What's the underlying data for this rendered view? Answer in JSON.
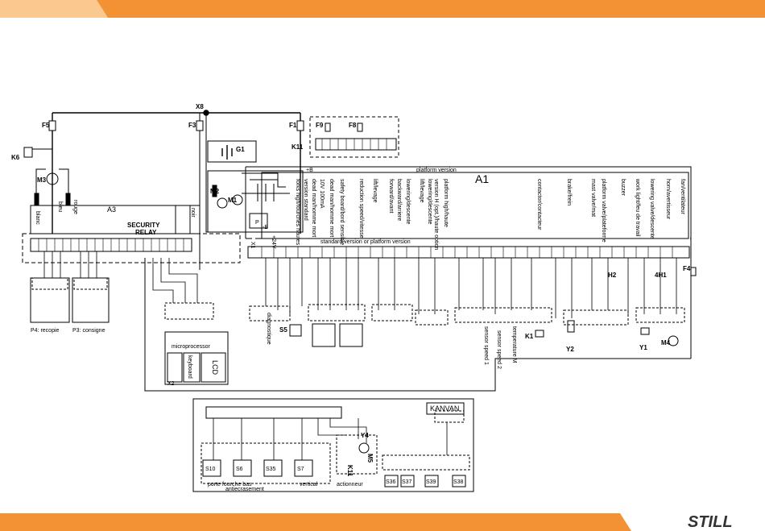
{
  "colors": {
    "accent": "#f39234",
    "accent_light": "#fbc890",
    "ink": "#000000",
    "panel": "#ffffff"
  },
  "schematic": {
    "refs": {
      "x8": "X8",
      "f5": "F5",
      "f3": "F3",
      "f1": "F1",
      "f9": "F9",
      "f8": "F8",
      "k6": "K6",
      "k11": "K11",
      "g1": "G1",
      "m3": "M3",
      "m2": "M2",
      "m1": "M1",
      "a1": "A1",
      "a3": "A3",
      "f4": "F4",
      "h2": "H2",
      "h1": "4H1",
      "m4": "M4",
      "k1": "K1",
      "y1": "Y1",
      "y2": "Y2",
      "s5": "S5"
    },
    "wire_labels": {
      "blanc": "blanc",
      "bleu": "bleu",
      "rouge": "rouge",
      "noir": "noir",
      "plus_b": "+B",
      "minus_b": "-B"
    },
    "security_relay": [
      "SECURITY",
      "RELAY"
    ],
    "p4": "P4: recopie",
    "p3": "P3: consigne",
    "p_box": "P",
    "platform_version": "platform version",
    "standard_version": "standard version or platform version",
    "microprocessor": "microprocessor",
    "keyboard": "keyboard",
    "lcd": "LCD",
    "x2": "X2",
    "x1": "X1",
    "plus_24v": "+24V",
    "diagnostique": "diagnostique",
    "vertical_labels": [
      "forks high/fourches hautes",
      "version standard",
      "dead man/homme mort",
      "10V 100mA",
      "dead man/homme mort",
      "safety board/bord sensible",
      "reduction speed/vitesse",
      "lift/levage",
      "forward/avant",
      "backward/arriere",
      "lowering/descente",
      "lift/levage",
      "lowering/descente",
      "version H (opt.)/haute option",
      "platform high/haute",
      "contactor/contacteur",
      "brake/frein",
      "mast valve/mat",
      "platform valve/plateforme",
      "buzzer",
      "work light/feu de travail",
      "lowering valve/descente",
      "horn/avertisseur",
      "fan/ventilateur"
    ],
    "sensor_speed_1": "sensor speed 1",
    "sensor_speed_2": "sensor speed 2",
    "temperature": "temperature M"
  },
  "kanvan_panel": {
    "title": "KANVAN",
    "switches": [
      "S10",
      "S6",
      "S35",
      "S7",
      "S36",
      "S37",
      "S39",
      "S38"
    ],
    "y4": "Y4",
    "m5": "M5",
    "k11": "K11",
    "labels": {
      "forks_low": "porte fourche bas",
      "crush": "antiecrasement",
      "vertical": "vertical",
      "actuator": "actionneur"
    }
  },
  "brand": "STILL"
}
